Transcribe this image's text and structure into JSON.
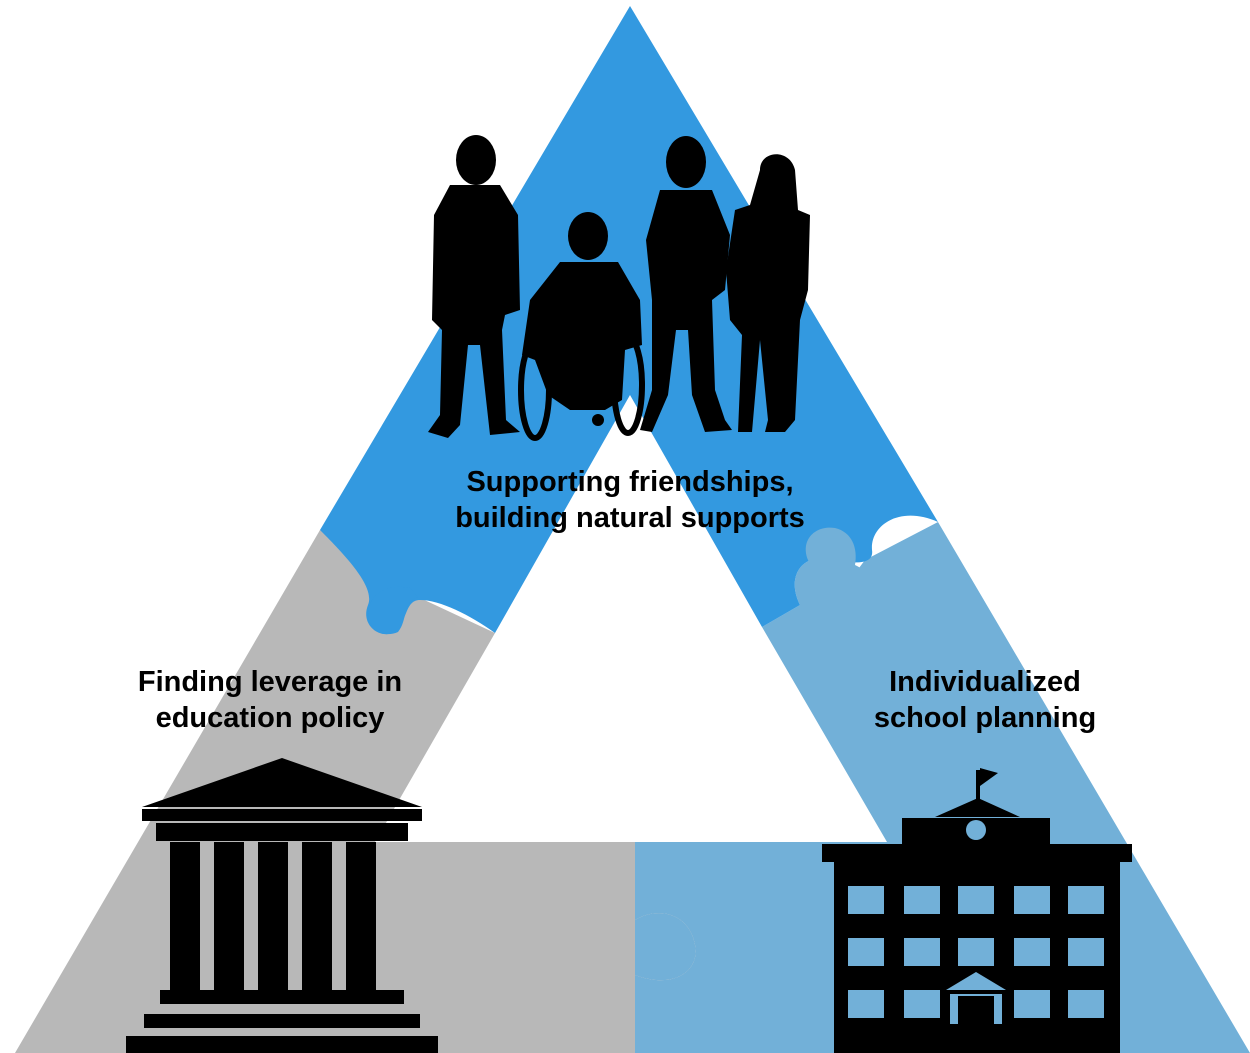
{
  "pieces": {
    "top": {
      "line1": "Supporting friendships,",
      "line2": "building natural supports",
      "icon": "people-group-icon",
      "color": "#3399e0"
    },
    "left": {
      "line1": "Finding leverage in",
      "line2": "education policy",
      "icon": "government-building-icon",
      "color": "#b8b8b8"
    },
    "right": {
      "line1": "Individualized",
      "line2": "school planning",
      "icon": "school-building-icon",
      "color": "#72b0d8"
    }
  },
  "colors": {
    "silhouette": "#000000",
    "background": "#ffffff"
  }
}
